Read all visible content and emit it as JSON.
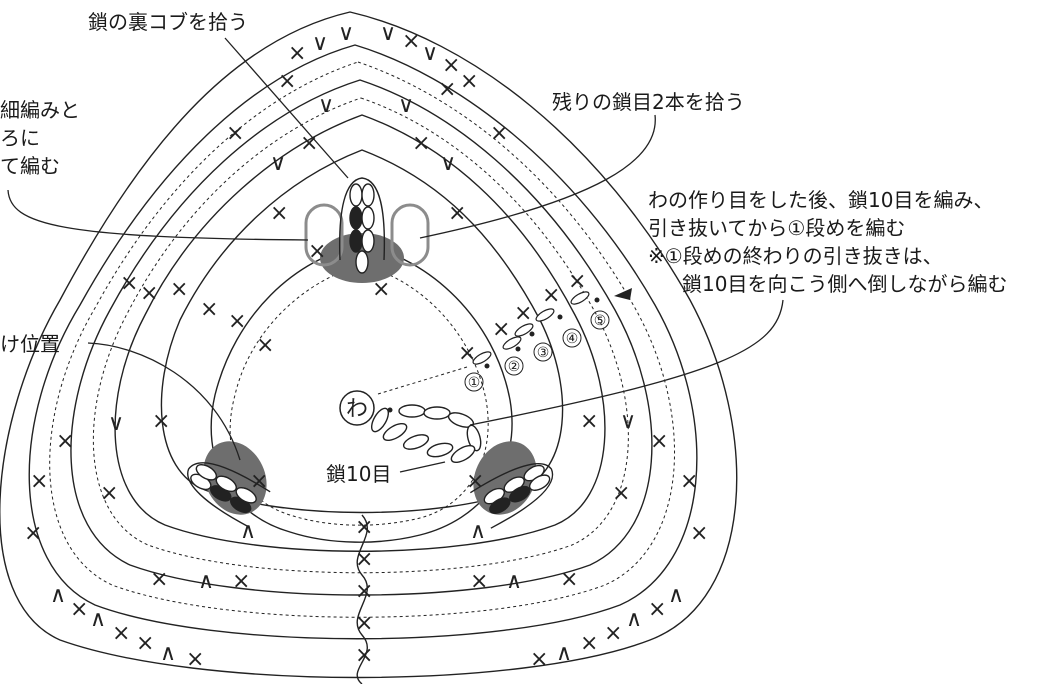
{
  "labels": {
    "top": "鎖の裏コブを拾う",
    "left_line1": "細編みと",
    "left_line2": "ろに",
    "left_line3": "て編む",
    "right_top": "残りの鎖目2本を拾う",
    "right_mid_line1": "わの作り目をした後、鎖10目を編み、",
    "right_mid_line2": "引き抜いてから①段めを編む",
    "right_mid_line3": "※①段めの終わりの引き抜きは、",
    "right_mid_line4": "鎖10目を向こう側へ倒しながら編む",
    "left_mid": "け位置",
    "chain": "鎖10目",
    "ring": "わ"
  },
  "rounds": [
    "①",
    "②",
    "③",
    "④",
    "⑤"
  ],
  "stitch_symbols": {
    "single_crochet": "×",
    "increase": "∨",
    "decrease": "∧"
  },
  "colors": {
    "line": "#222222",
    "highlight": "#6e6e6e",
    "outline_grey": "#8c8c8c"
  }
}
